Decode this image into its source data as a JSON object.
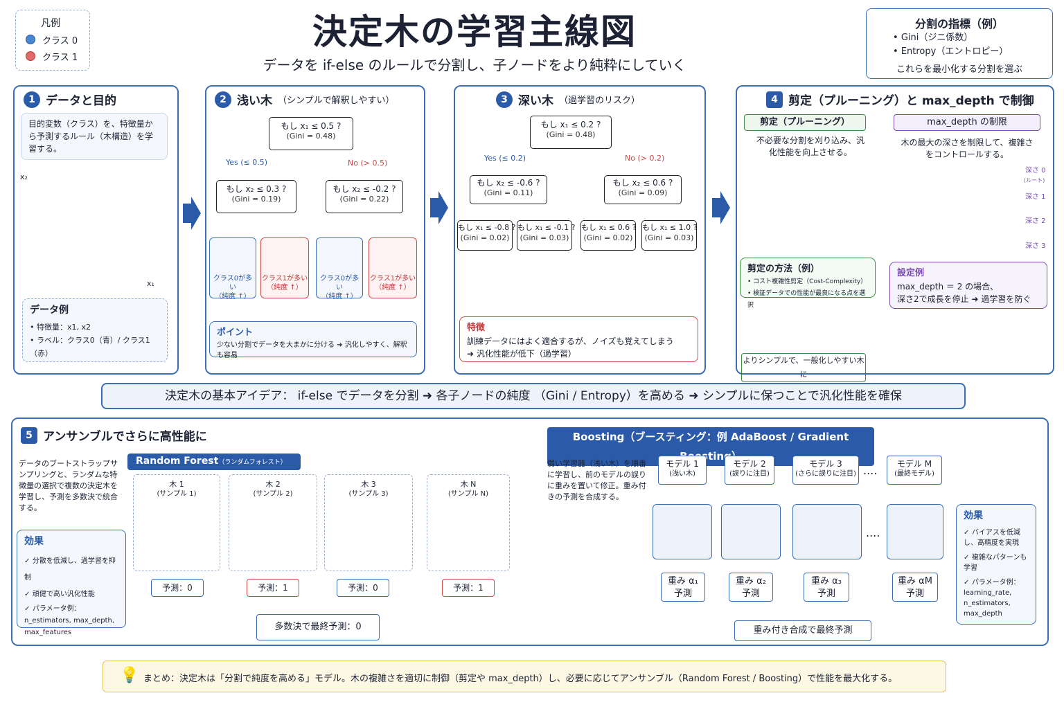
{
  "header": {
    "title": "決定木の学習主線図",
    "subtitle": "データを if-else のルールで分割し、子ノードをより純粋にしていく"
  },
  "legend": {
    "title": "凡例",
    "class0": "クラス 0",
    "class1": "クラス 1",
    "colors": {
      "class0": "#4a86d0",
      "class1": "#e06a6a"
    }
  },
  "criteria": {
    "title": "分割の指標（例）",
    "items": [
      "Gini（ジニ係数）",
      "Entropy（エントロピー）"
    ],
    "note": "これらを最小化する分割を選ぶ"
  },
  "p1": {
    "num": "1",
    "title": "データと目的",
    "desc": "目的変数（クラス）を、特徴量から予測するルール（木構造）を学習する。",
    "x_label": "x₁",
    "y_label": "x₂",
    "example_title": "データ例",
    "example_items": [
      "特徴量：x1, x2",
      "ラベル：クラス0（青）/ クラス1（赤）"
    ]
  },
  "p2": {
    "num": "2",
    "title": "浅い木",
    "title_note": "（シンプルで解釈しやすい）",
    "root": {
      "cond": "もし x₁ ≤ 0.5 ?",
      "gini": "(Gini = 0.48)"
    },
    "yes": "Yes (≤ 0.5)",
    "no": "No (> 0.5)",
    "left": {
      "cond": "もし x₂ ≤ 0.3 ?",
      "gini": "(Gini = 0.19)"
    },
    "right": {
      "cond": "もし x₂ ≤ -0.2 ?",
      "gini": "(Gini = 0.22)"
    },
    "leaves": [
      {
        "l1": "クラス0が多い",
        "l2": "（純度 ↑）"
      },
      {
        "l1": "クラス1が多い",
        "l2": "（純度 ↑）"
      },
      {
        "l1": "クラス0が多い",
        "l2": "（純度 ↑）"
      },
      {
        "l1": "クラス1が多い",
        "l2": "（純度 ↑）"
      }
    ],
    "point_title": "ポイント",
    "point_text": "少ない分割でデータを大まかに分ける ➜ 汎化しやすく、解釈も容易"
  },
  "p3": {
    "num": "3",
    "title": "深い木",
    "title_note": "（過学習のリスク）",
    "root": {
      "cond": "もし x₁ ≤ 0.2 ?",
      "gini": "(Gini = 0.48)"
    },
    "yes": "Yes (≤ 0.2)",
    "no": "No (> 0.2)",
    "mid": [
      {
        "cond": "もし x₂ ≤ -0.6 ?",
        "gini": "(Gini = 0.11)"
      },
      {
        "cond": "もし x₂ ≤ 0.6 ?",
        "gini": "(Gini = 0.09)"
      }
    ],
    "low": [
      {
        "cond": "もし x₁ ≤ -0.8 ?",
        "gini": "(Gini = 0.02)"
      },
      {
        "cond": "もし x₁ ≤ -0.1 ?",
        "gini": "(Gini = 0.03)"
      },
      {
        "cond": "もし x₁ ≤ 0.6 ?",
        "gini": "(Gini = 0.02)"
      },
      {
        "cond": "もし x₁ ≤ 1.0 ?",
        "gini": "(Gini = 0.03)"
      }
    ],
    "feature_title": "特徴",
    "feature_line1": "訓練データにはよく適合するが、ノイズも覚えてしまう",
    "feature_line2": "➜ 汎化性能が低下（過学習）"
  },
  "p4": {
    "num": "4",
    "title": "剪定（プルーニング）と max_depth で制御",
    "prune_tag": "剪定（プルーニング）",
    "prune_desc": "不必要な分割を刈り込み、汎化性能を向上させる。",
    "method_title": "剪定の方法（例）",
    "method_items": [
      "コスト複雑性剪定（Cost-Complexity）",
      "検証データでの性能が最良になる点を選択"
    ],
    "prune_result": "よりシンプルで、一般化しやすい木に",
    "depth_tag": "max_depth の制限",
    "depth_desc": "木の最大の深さを制限して、複雑さをコントロールする。",
    "depth_labels": [
      "深さ 0",
      "(ルート)",
      "深さ 1",
      "深さ 2",
      "深さ 3"
    ],
    "setting_title": "設定例",
    "setting_line1": "max_depth ＝ 2 の場合、",
    "setting_line2": "深さ2で成長を停止 ➜ 過学習を防ぐ"
  },
  "banner": "決定木の基本アイデア：  if-else でデータを分割 ➜ 各子ノードの純度 （Gini / Entropy）を高める ➜ シンプルに保つことで汎化性能を確保",
  "p5": {
    "num": "5",
    "title": "アンサンブルでさらに高性能に",
    "rf_tag": "Random Forest",
    "rf_tag_note": "（ランダムフォレスト）",
    "rf_desc": "データのブートストラップサンプリングと、ランダムな特徴量の選択で複数の決定木を学習し、予測を多数決で統合する。",
    "trees": [
      {
        "name": "木 1",
        "sample": "(サンプル 1)",
        "pred": "予測：0"
      },
      {
        "name": "木 2",
        "sample": "(サンプル 2)",
        "pred": "予測：1"
      },
      {
        "name": "木 3",
        "sample": "(サンプル 3)",
        "pred": "予測：0"
      },
      {
        "name": "木 N",
        "sample": "(サンプル N)",
        "pred": "予測：1"
      }
    ],
    "vote": "多数決で最終予測：0",
    "rf_effect_title": "効果",
    "rf_effects": [
      "分散を低減し、過学習を抑制",
      "頑健で高い汎化性能",
      "パラメータ例：n_estimators, max_depth, max_features"
    ],
    "boost_tag": "Boosting（ブースティング：例 AdaBoost / Gradient Boosting）",
    "boost_desc": "弱い学習器（浅い木）を順番に学習し、前のモデルの誤りに重みを置いて修正。重み付きの予測を合成する。",
    "models": [
      {
        "name": "モデル 1",
        "sub": "(浅い木)",
        "w1": "重み α₁",
        "w2": "予測"
      },
      {
        "name": "モデル 2",
        "sub": "(誤りに注目)",
        "w1": "重み α₂",
        "w2": "予測"
      },
      {
        "name": "モデル 3",
        "sub": "(さらに誤りに注目)",
        "w1": "重み α₃",
        "w2": "予測"
      },
      {
        "name": "モデル M",
        "sub": "(最終モデル)",
        "w1": "重み αM",
        "w2": "予測"
      }
    ],
    "ellipsis": "....",
    "combine": "重み付き合成で最終予測",
    "boost_effect_title": "効果",
    "boost_effects": [
      "バイアスを低減し、高精度を実現",
      "複雑なパターンも学習",
      "パラメータ例：learning_rate, n_estimators, max_depth"
    ]
  },
  "summary": "まとめ：決定木は「分割で純度を高める」モデル。木の複雑さを適切に制御（剪定や max_depth）し、必要に応じてアンサンブル（Random Forest / Boosting）で性能を最大化する。"
}
